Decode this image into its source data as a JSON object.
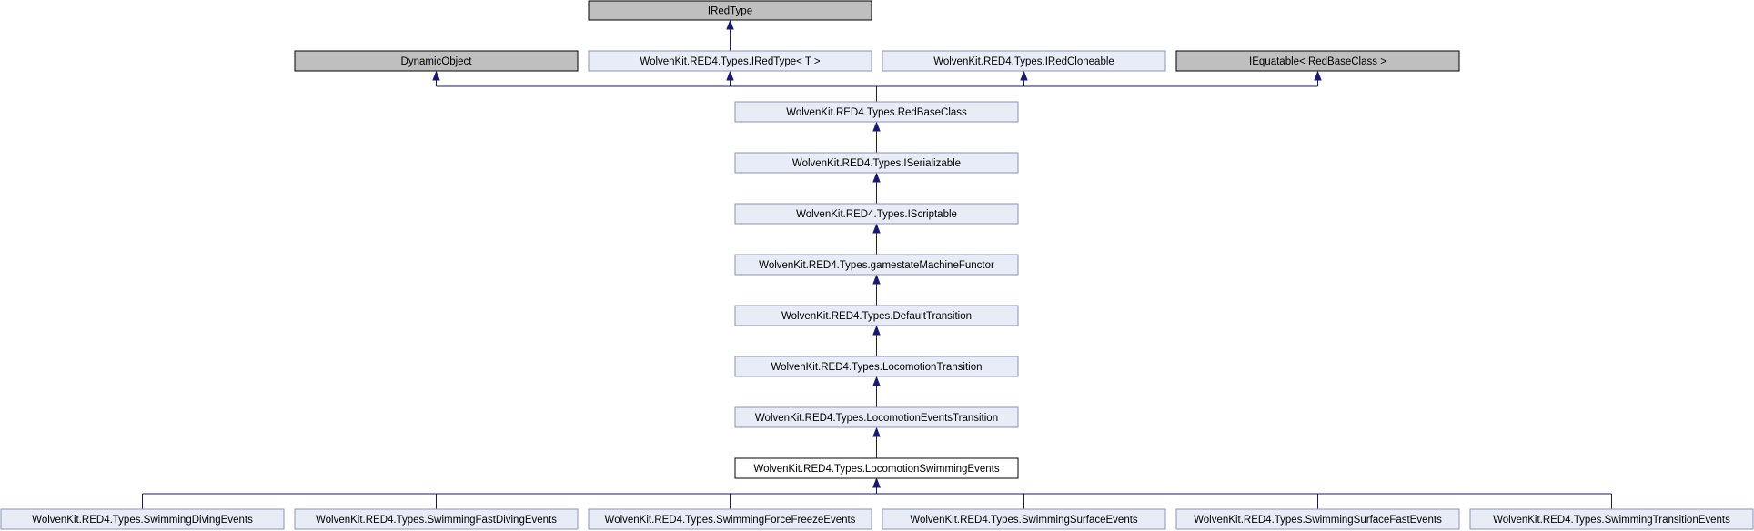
{
  "diagram": {
    "nodes": {
      "iredtype": {
        "label": "IRedType",
        "kind": "external"
      },
      "dynamicobject": {
        "label": "DynamicObject",
        "kind": "external"
      },
      "iredtype_t": {
        "label": "WolvenKit.RED4.Types.IRedType< T >",
        "kind": "internal"
      },
      "iredcloneable": {
        "label": "WolvenKit.RED4.Types.IRedCloneable",
        "kind": "internal"
      },
      "iequatable": {
        "label": "IEquatable< RedBaseClass >",
        "kind": "external"
      },
      "redbaseclass": {
        "label": "WolvenKit.RED4.Types.RedBaseClass",
        "kind": "internal"
      },
      "iserializable": {
        "label": "WolvenKit.RED4.Types.ISerializable",
        "kind": "internal"
      },
      "iscriptable": {
        "label": "WolvenKit.RED4.Types.IScriptable",
        "kind": "internal"
      },
      "gamestatemachinefunctor": {
        "label": "WolvenKit.RED4.Types.gamestateMachineFunctor",
        "kind": "internal"
      },
      "defaulttransition": {
        "label": "WolvenKit.RED4.Types.DefaultTransition",
        "kind": "internal"
      },
      "locomotiontransition": {
        "label": "WolvenKit.RED4.Types.LocomotionTransition",
        "kind": "internal"
      },
      "locomotioneventstransition": {
        "label": "WolvenKit.RED4.Types.LocomotionEventsTransition",
        "kind": "internal"
      },
      "locomotionswimmingevents": {
        "label": "WolvenKit.RED4.Types.LocomotionSwimmingEvents",
        "kind": "focus"
      },
      "swimmingdivingevents": {
        "label": "WolvenKit.RED4.Types.SwimmingDivingEvents",
        "kind": "internal"
      },
      "swimmingfastdivingevents": {
        "label": "WolvenKit.RED4.Types.SwimmingFastDivingEvents",
        "kind": "internal"
      },
      "swimmingforcefreezeevents": {
        "label": "WolvenKit.RED4.Types.SwimmingForceFreezeEvents",
        "kind": "internal"
      },
      "swimmingsurfaceevents": {
        "label": "WolvenKit.RED4.Types.SwimmingSurfaceEvents",
        "kind": "internal"
      },
      "swimmingsurfacefastevents": {
        "label": "WolvenKit.RED4.Types.SwimmingSurfaceFastEvents",
        "kind": "internal"
      },
      "swimmingtransitionevents": {
        "label": "WolvenKit.RED4.Types.SwimmingTransitionEvents",
        "kind": "internal"
      }
    },
    "edges": [
      {
        "child": "iredtype_t",
        "parent": "iredtype"
      },
      {
        "child": "redbaseclass",
        "parent": "dynamicobject"
      },
      {
        "child": "redbaseclass",
        "parent": "iredtype_t"
      },
      {
        "child": "redbaseclass",
        "parent": "iredcloneable"
      },
      {
        "child": "redbaseclass",
        "parent": "iequatable"
      },
      {
        "child": "iserializable",
        "parent": "redbaseclass"
      },
      {
        "child": "iscriptable",
        "parent": "iserializable"
      },
      {
        "child": "gamestatemachinefunctor",
        "parent": "iscriptable"
      },
      {
        "child": "defaulttransition",
        "parent": "gamestatemachinefunctor"
      },
      {
        "child": "locomotiontransition",
        "parent": "defaulttransition"
      },
      {
        "child": "locomotioneventstransition",
        "parent": "locomotiontransition"
      },
      {
        "child": "locomotionswimmingevents",
        "parent": "locomotioneventstransition"
      },
      {
        "child": "swimmingdivingevents",
        "parent": "locomotionswimmingevents"
      },
      {
        "child": "swimmingfastdivingevents",
        "parent": "locomotionswimmingevents"
      },
      {
        "child": "swimmingforcefreezeevents",
        "parent": "locomotionswimmingevents"
      },
      {
        "child": "swimmingsurfaceevents",
        "parent": "locomotionswimmingevents"
      },
      {
        "child": "swimmingsurfacefastevents",
        "parent": "locomotionswimmingevents"
      },
      {
        "child": "swimmingtransitionevents",
        "parent": "locomotionswimmingevents"
      }
    ],
    "colors": {
      "external_fill": "#bfbfbf",
      "internal_fill": "#e8ecf7",
      "internal_border": "#8a94b8",
      "focus_fill": "#ffffff",
      "edge": "#191970"
    }
  }
}
